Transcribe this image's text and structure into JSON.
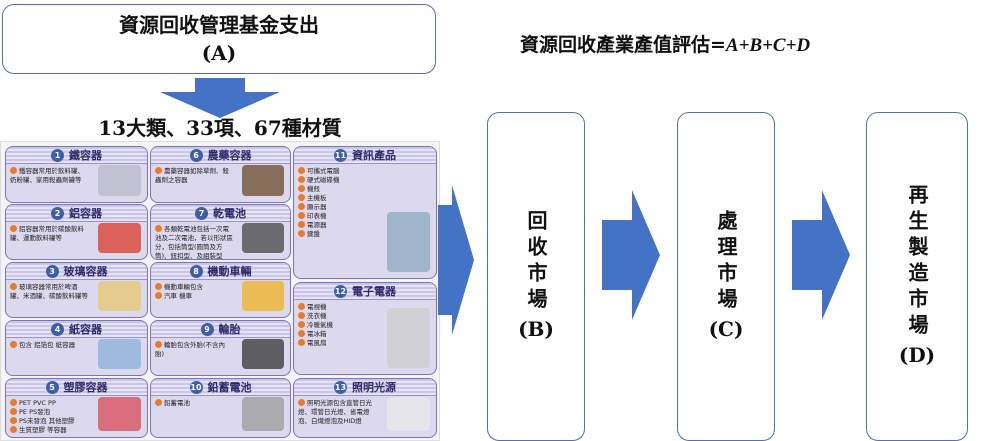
{
  "fund_box": {
    "title": "資源回收管理基金支出",
    "code": "(A)"
  },
  "categories_summary": "13大類、33項、67種材質",
  "formula": {
    "prefix": "資源回收產業產值評估=",
    "expr": "A+B+C+D"
  },
  "markets": [
    {
      "name": "回收市場",
      "code": "(B)"
    },
    {
      "name": "處理市場",
      "code": "(C)"
    },
    {
      "name": "再生製造市場",
      "code": "(D)"
    }
  ],
  "colors": {
    "accent": "#4472c4",
    "border": "#5a6fa8",
    "panel": "#dcd9ee"
  },
  "panels": [
    {
      "num": "1",
      "title": "鐵容器",
      "lines": [
        "鐵容器常用於飲料罐、奶粉罐、家用殺蟲劑罐等"
      ]
    },
    {
      "num": "2",
      "title": "鋁容器",
      "lines": [
        "鋁容器常用於碳酸飲料罐、運動飲料罐等"
      ]
    },
    {
      "num": "3",
      "title": "玻璃容器",
      "lines": [
        "玻璃容器常用於啤酒罐、米酒罐、碳酸飲料罐等"
      ]
    },
    {
      "num": "4",
      "title": "紙容器",
      "lines": [
        "包含 鋁箔包 紙容器"
      ]
    },
    {
      "num": "5",
      "title": "塑膠容器",
      "lines": [
        "PET PVC PP",
        "PE PS發泡",
        "PS未發泡 其他塑膠",
        "生質塑膠 等容器"
      ]
    },
    {
      "num": "6",
      "title": "農藥容器",
      "lines": [
        "農藥容器如除草劑、殺蟲劑之容器"
      ]
    },
    {
      "num": "7",
      "title": "乾電池",
      "lines": [
        "各類乾電池包括一次電池及二次電池，若以形狀區分，包括筒型(圓筒及方筒)、鈕扣型、及組裝型"
      ]
    },
    {
      "num": "8",
      "title": "機動車輛",
      "lines": [
        "機動車輛包含",
        "汽車 機車"
      ]
    },
    {
      "num": "9",
      "title": "輪胎",
      "lines": [
        "輪胎包含外胎(不含內胎)"
      ]
    },
    {
      "num": "10",
      "title": "鉛蓄電池",
      "lines": [
        "鉛蓄電池"
      ]
    },
    {
      "num": "11",
      "title": "資訊產品",
      "lines": [
        "可攜式電腦",
        "硬式磁碟機",
        "機殼",
        "主機板",
        "顯示器",
        "印表機",
        "電源器",
        "鍵盤"
      ]
    },
    {
      "num": "12",
      "title": "電子電器",
      "lines": [
        "電視機",
        "洗衣機",
        "冷暖氣機",
        "電冰箱",
        "電風扇"
      ]
    },
    {
      "num": "13",
      "title": "照明光源",
      "lines": [
        "照明光源包含直管日光燈、環管日光燈、省電燈泡、白熾燈泡及HID燈"
      ]
    }
  ]
}
